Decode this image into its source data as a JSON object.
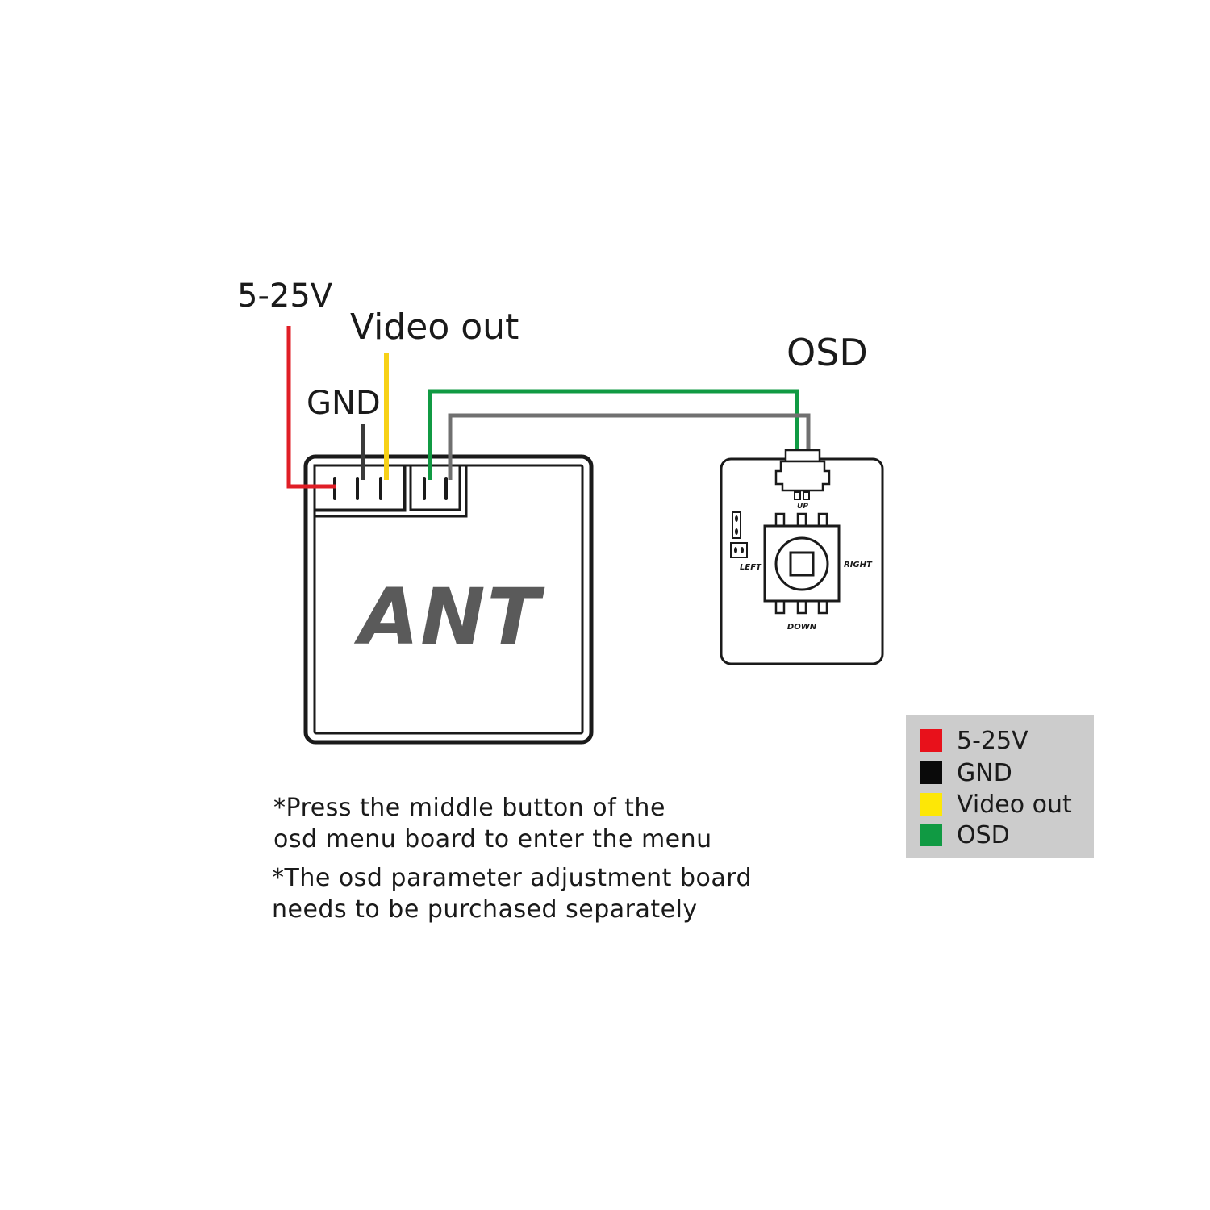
{
  "labels": {
    "power": "5-25V",
    "video": "Video out",
    "gnd": "GND",
    "osd": "OSD"
  },
  "module": {
    "brand": "ANT"
  },
  "osd_board": {
    "up": "UP",
    "down": "DOWN",
    "left": "LEFT",
    "right": "RIGHT"
  },
  "notes": [
    {
      "line1": "*Press the middle button of the",
      "line2": "osd menu board to enter the menu"
    },
    {
      "line1": "*The osd parameter adjustment board",
      "line2": "needs to be purchased separately"
    }
  ],
  "legend": [
    {
      "label": "5-25V",
      "color": "#e8111b"
    },
    {
      "label": "GND",
      "color": "#0a0a0a"
    },
    {
      "label": "Video out",
      "color": "#fde706"
    },
    {
      "label": "OSD",
      "color": "#109a43"
    }
  ],
  "colors": {
    "power_wire": "#e01e26",
    "gnd_wire": "#3a3a3a",
    "video_wire": "#f7d117",
    "osd_wire": "#109a43",
    "osd_wire2": "#707070"
  }
}
